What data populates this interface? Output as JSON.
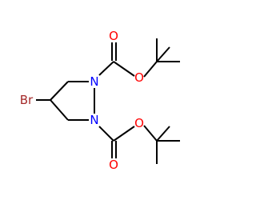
{
  "molecule": {
    "atoms": {
      "br": {
        "label": "Br",
        "color": "#a52a2a"
      },
      "n1": {
        "label": "N",
        "color": "#0000ff"
      },
      "n2": {
        "label": "N",
        "color": "#0000ff"
      },
      "o_carbonyl_top": {
        "label": "O",
        "color": "#ff0000"
      },
      "o_ester_top": {
        "label": "O",
        "color": "#ff0000"
      },
      "o_ester_bottom": {
        "label": "O",
        "color": "#ff0000"
      },
      "o_carbonyl_bottom": {
        "label": "O",
        "color": "#ff0000"
      }
    },
    "bond_color": "#000000"
  }
}
